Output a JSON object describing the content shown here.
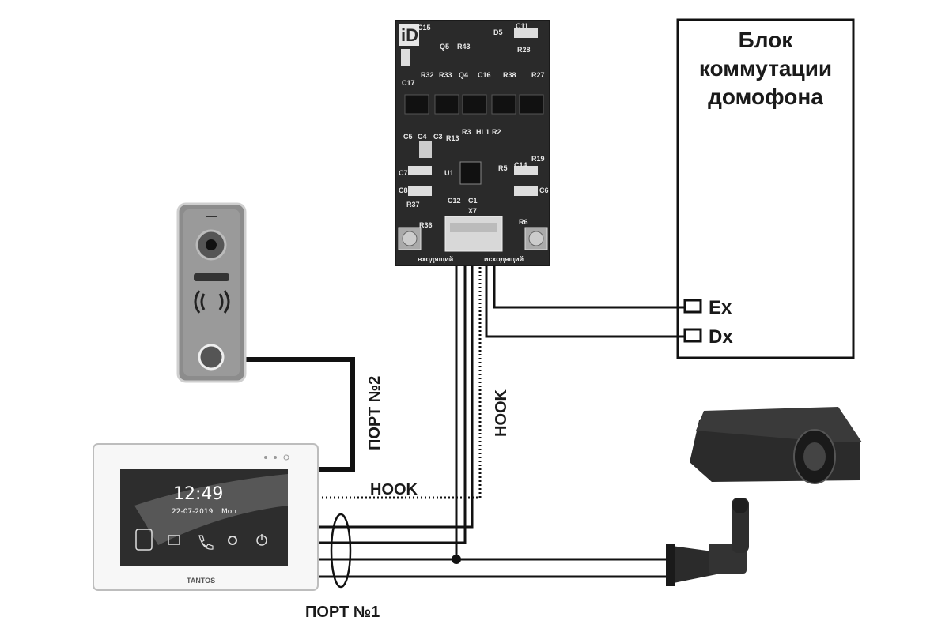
{
  "block": {
    "title_lines": [
      "Блок",
      "коммутации",
      "домофона"
    ],
    "terminals": [
      "Ex",
      "Dx"
    ]
  },
  "labels": {
    "port2": "ПОРТ №2",
    "port1": "ПОРТ №1",
    "hook_vertical": "HOOK",
    "hook_horizontal": "HOOK"
  },
  "pcb": {
    "logo": "iD",
    "components": [
      {
        "t": "C15"
      },
      {
        "t": "D5"
      },
      {
        "t": "C11"
      },
      {
        "t": "Q5"
      },
      {
        "t": "R43"
      },
      {
        "t": "R28"
      },
      {
        "t": "R32"
      },
      {
        "t": "R33"
      },
      {
        "t": "Q4"
      },
      {
        "t": "C16"
      },
      {
        "t": "R38"
      },
      {
        "t": "R27"
      },
      {
        "t": "C17"
      },
      {
        "t": "R3"
      },
      {
        "t": "HL1"
      },
      {
        "t": "R2"
      },
      {
        "t": "C5"
      },
      {
        "t": "C4"
      },
      {
        "t": "C3"
      },
      {
        "t": "R13"
      },
      {
        "t": "R19"
      },
      {
        "t": "C7"
      },
      {
        "t": "U1"
      },
      {
        "t": "R5"
      },
      {
        "t": "C14"
      },
      {
        "t": "C8"
      },
      {
        "t": "C6"
      },
      {
        "t": "C12"
      },
      {
        "t": "C1"
      },
      {
        "t": "R37"
      },
      {
        "t": "X7"
      },
      {
        "t": "R36"
      },
      {
        "t": "R6"
      }
    ],
    "left_connector_label": "входящий",
    "right_connector_label": "исходящий"
  },
  "monitor": {
    "time": "12:49",
    "date": "22-07-2019",
    "day": "Mon",
    "brand": "TANTOS",
    "app_icons": [
      "contacts-icon",
      "gallery-icon",
      "call-icon",
      "settings-icon",
      "power-icon"
    ]
  },
  "colors": {
    "wire": "#111111",
    "pcb": "#2a2a2a",
    "panel_metal": "#8c8c8c",
    "camera_body": "#2b2b2b"
  }
}
